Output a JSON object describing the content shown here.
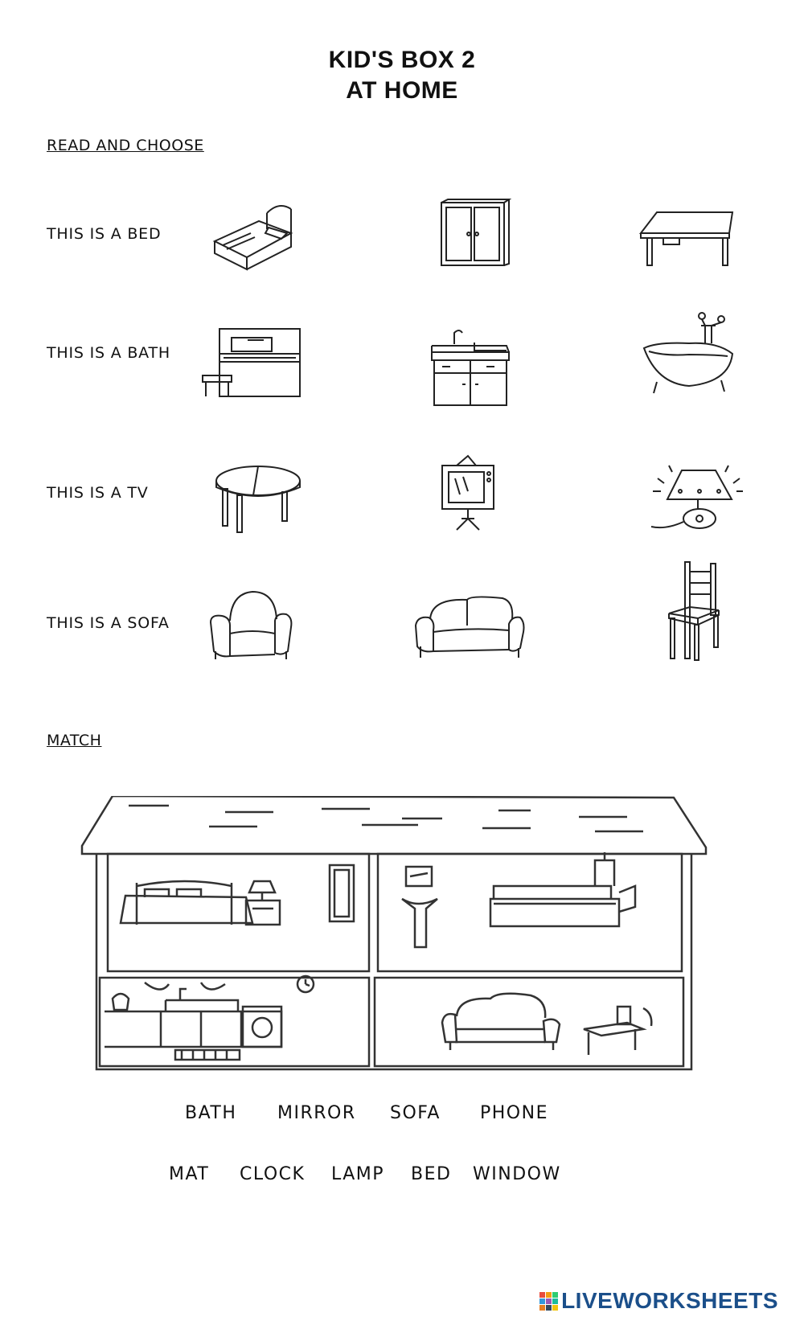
{
  "header": {
    "title_line1": "KID'S BOX 2",
    "title_line2": "AT HOME"
  },
  "read_and_choose": {
    "heading": "READ AND CHOOSE",
    "rows": [
      {
        "sentence": "THIS IS A BED",
        "options": [
          "bed",
          "cupboard",
          "table"
        ]
      },
      {
        "sentence": "THIS IS A BATH",
        "options": [
          "piano",
          "sink-cabinet",
          "bath"
        ]
      },
      {
        "sentence": "THIS IS A TV",
        "options": [
          "round-table",
          "tv",
          "lamp"
        ]
      },
      {
        "sentence": "THIS IS A SOFA",
        "options": [
          "armchair",
          "sofa",
          "chair"
        ]
      }
    ]
  },
  "match": {
    "heading": "MATCH",
    "words_row1": [
      "BATH",
      "MIRROR",
      "SOFA",
      "PHONE"
    ],
    "words_row2": [
      "MAT",
      "CLOCK",
      "LAMP",
      "BED",
      "WINDOW"
    ]
  },
  "footer": {
    "brand": "LIVEWORKSHEETS",
    "logo_colors": [
      "#e84c3d",
      "#f39c12",
      "#2ecc71",
      "#3498db",
      "#9b59b6",
      "#1abc9c",
      "#e67e22",
      "#34495e",
      "#f1c40f"
    ]
  }
}
